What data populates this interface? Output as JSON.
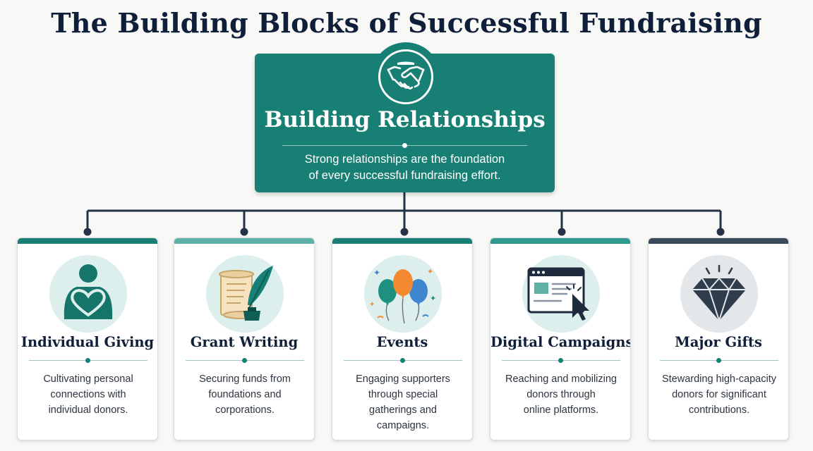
{
  "title": "The Building Blocks of Successful Fundraising",
  "root": {
    "icon": "handshake-icon",
    "title": "Building Relationships",
    "description_lines": [
      "Strong relationships are the foundation",
      "of every successful fundraising effort."
    ],
    "color": "#177f74"
  },
  "blocks": [
    {
      "title": "Individual Giving",
      "icon": "person-heart-icon",
      "accent": "#177f74",
      "description_lines": [
        "Cultivating personal",
        "connections with",
        "individual donors."
      ]
    },
    {
      "title": "Grant Writing",
      "icon": "scroll-quill-icon",
      "accent": "#5fb1a8",
      "description_lines": [
        "Securing funds from",
        "foundations and",
        "corporations."
      ]
    },
    {
      "title": "Events",
      "icon": "balloons-icon",
      "accent": "#177f74",
      "description_lines": [
        "Engaging supporters",
        "through special",
        "gatherings and",
        "campaigns."
      ]
    },
    {
      "title": "Digital Campaigns",
      "icon": "browser-cursor-icon",
      "accent": "#2f9a8d",
      "description_lines": [
        "Reaching and mobilizing",
        "donors through",
        "online platforms."
      ]
    },
    {
      "title": "Major Gifts",
      "icon": "diamond-icon",
      "accent": "#3b4b5c",
      "description_lines": [
        "Stewarding high-capacity",
        "donors for significant",
        "contributions."
      ]
    }
  ]
}
